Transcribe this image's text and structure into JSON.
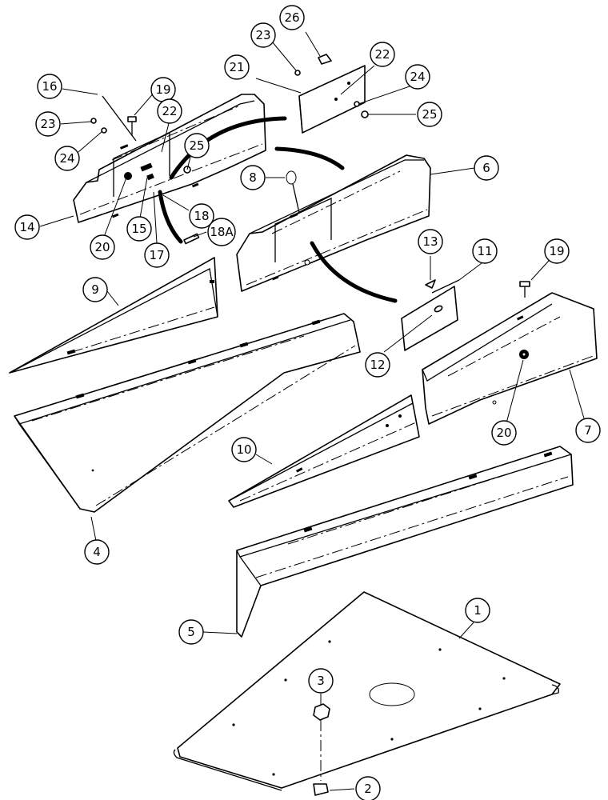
{
  "callouts": [
    {
      "id": "c1",
      "label": "1"
    },
    {
      "id": "c2",
      "label": "2"
    },
    {
      "id": "c3",
      "label": "3"
    },
    {
      "id": "c4",
      "label": "4"
    },
    {
      "id": "c5",
      "label": "5"
    },
    {
      "id": "c6",
      "label": "6"
    },
    {
      "id": "c7",
      "label": "7"
    },
    {
      "id": "c8",
      "label": "8"
    },
    {
      "id": "c9",
      "label": "9"
    },
    {
      "id": "c10",
      "label": "10"
    },
    {
      "id": "c11",
      "label": "11"
    },
    {
      "id": "c12",
      "label": "12"
    },
    {
      "id": "c13",
      "label": "13"
    },
    {
      "id": "c14",
      "label": "14"
    },
    {
      "id": "c15",
      "label": "15"
    },
    {
      "id": "c16",
      "label": "16"
    },
    {
      "id": "c17",
      "label": "17"
    },
    {
      "id": "c18",
      "label": "18"
    },
    {
      "id": "c18a",
      "label": "18A"
    },
    {
      "id": "c19a",
      "label": "19"
    },
    {
      "id": "c19b",
      "label": "19"
    },
    {
      "id": "c20a",
      "label": "20"
    },
    {
      "id": "c20b",
      "label": "20"
    },
    {
      "id": "c21",
      "label": "21"
    },
    {
      "id": "c22a",
      "label": "22"
    },
    {
      "id": "c22b",
      "label": "22"
    },
    {
      "id": "c23a",
      "label": "23"
    },
    {
      "id": "c23b",
      "label": "23"
    },
    {
      "id": "c24a",
      "label": "24"
    },
    {
      "id": "c24b",
      "label": "24"
    },
    {
      "id": "c25a",
      "label": "25"
    },
    {
      "id": "c25b",
      "label": "25"
    },
    {
      "id": "c26",
      "label": "26"
    }
  ]
}
